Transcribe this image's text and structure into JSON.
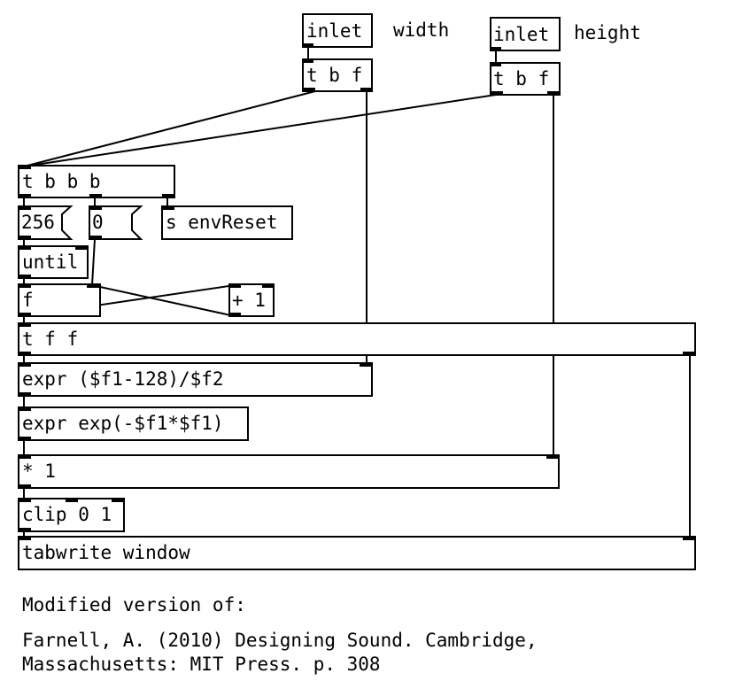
{
  "patch": {
    "objects": {
      "inlet_width": "inlet",
      "inlet_height": "inlet",
      "tbf_width": "t b f",
      "tbf_height": "t b f",
      "tbbb": "t b b b",
      "msg_256": "256",
      "msg_0": "0",
      "send_env": "s envReset",
      "until": "until",
      "float": "f",
      "plus1": "+ 1",
      "tff": "t f f",
      "expr1": "expr ($f1-128)/$f2",
      "expr2": "expr exp(-$f1*$f1)",
      "mult": "* 1",
      "clip": "clip 0 1",
      "tabwrite": "tabwrite window"
    },
    "comments": {
      "width": "width",
      "height": "height",
      "modified": "Modified version of:",
      "citation_line1": "Farnell, A. (2010) Designing Sound. Cambridge,",
      "citation_line2": "Massachusetts: MIT Press. p. 308"
    }
  }
}
